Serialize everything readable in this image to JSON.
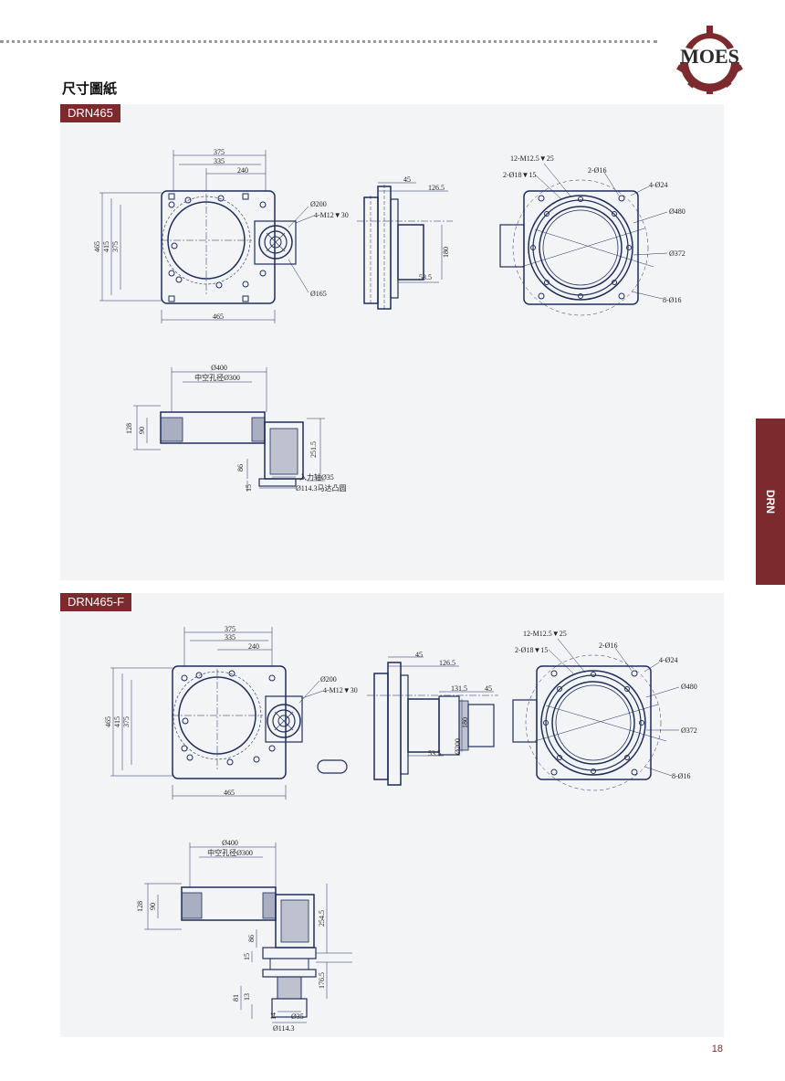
{
  "brand": {
    "logo_text": "MOES"
  },
  "page_title": "尺寸圖紙",
  "side_tab": "DRN",
  "page_number": "18",
  "colors": {
    "accent": "#7d2a2e",
    "panel": "#f3f4f6",
    "line": "#1f2d5c"
  },
  "sections": [
    {
      "tag": "DRN465",
      "front": {
        "d375": "375",
        "d335": "335",
        "d240": "240",
        "d465w": "465",
        "d465h": "465",
        "d415": "415",
        "d375h": "375",
        "c200": "Ø200",
        "m12": "4-M12▼30",
        "c165": "Ø165"
      },
      "side": {
        "d45": "45",
        "d126": "126.5",
        "d180": "180",
        "d53": "53.5"
      },
      "round": {
        "m125": "12-M12.5▼25",
        "h18": "2-Ø18▼15",
        "h16": "2-Ø16",
        "h24": "4-Ø24",
        "c480": "Ø480",
        "c372": "Ø372",
        "h16b": "8-Ø16"
      },
      "section": {
        "c400": "Ø400",
        "hole": "中空孔径Ø300",
        "d128": "128",
        "d90": "90",
        "d251": "251.5",
        "d86": "86",
        "d15": "15",
        "input": "入力轴Ø35",
        "motor": "Ø114.3马达凸圆"
      }
    },
    {
      "tag": "DRN465-F",
      "front": {
        "d375": "375",
        "d335": "335",
        "d240": "240",
        "d465w": "465",
        "d465h": "465",
        "d415": "415",
        "d375h": "375",
        "c200": "Ø200",
        "m12": "4-M12▼30"
      },
      "side": {
        "d45": "45",
        "d126": "126.5",
        "d131": "131.5",
        "d45b": "45",
        "d53": "53.5",
        "c200v": "Ø200",
        "d180": "180"
      },
      "round": {
        "m125": "12-M12.5▼25",
        "h18": "2-Ø18▼15",
        "h16": "2-Ø16",
        "h24": "4-Ø24",
        "c480": "Ø480",
        "c372": "Ø372",
        "h16b": "8-Ø16"
      },
      "section": {
        "c400": "Ø400",
        "hole": "中空孔径Ø300",
        "d128": "128",
        "d90": "90",
        "d254": "254.5",
        "d86": "86",
        "d15": "15",
        "d176": "176.5",
        "d81": "81",
        "d13": "13",
        "d14": "14",
        "c35": "Ø35",
        "c114": "Ø114.3"
      }
    }
  ]
}
